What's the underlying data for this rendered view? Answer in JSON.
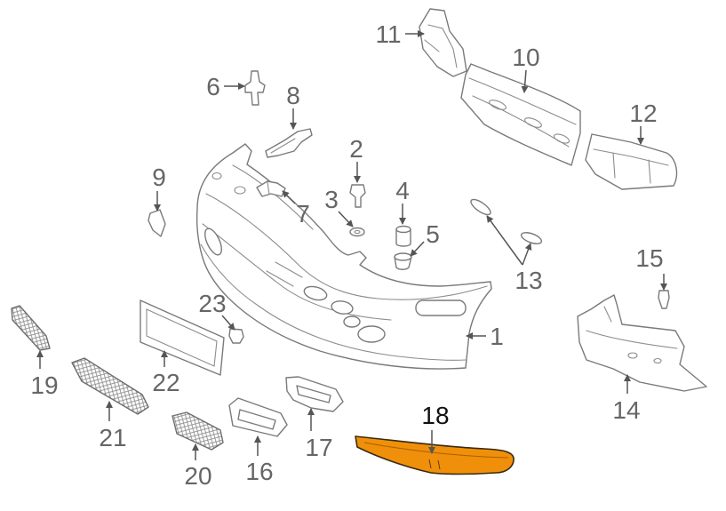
{
  "callouts": [
    {
      "label": "1"
    },
    {
      "label": "2"
    },
    {
      "label": "3"
    },
    {
      "label": "4"
    },
    {
      "label": "5"
    },
    {
      "label": "6"
    },
    {
      "label": "7"
    },
    {
      "label": "8"
    },
    {
      "label": "9"
    },
    {
      "label": "10"
    },
    {
      "label": "11"
    },
    {
      "label": "12"
    },
    {
      "label": "13"
    },
    {
      "label": "14"
    },
    {
      "label": "15"
    },
    {
      "label": "16"
    },
    {
      "label": "17"
    },
    {
      "label": "18"
    },
    {
      "label": "19"
    },
    {
      "label": "20"
    },
    {
      "label": "21"
    },
    {
      "label": "22"
    },
    {
      "label": "23"
    }
  ],
  "highlighted_part": "18",
  "colors": {
    "highlight": "#f0900a",
    "outline": "#7a7a7a",
    "label_text": "#666666",
    "highlight_label_text": "#111111"
  }
}
